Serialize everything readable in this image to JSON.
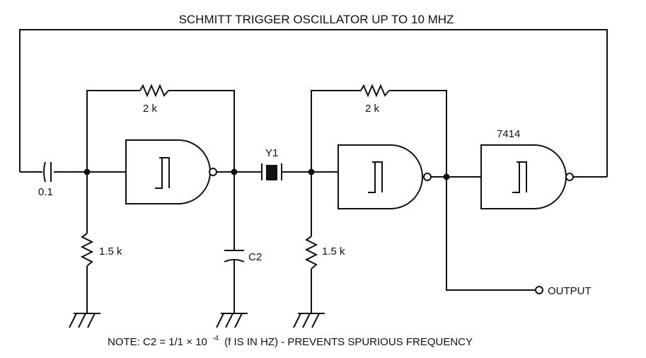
{
  "title": "SCHMITT TRIGGER OSCILLATOR UP TO 10 MHZ",
  "labels": {
    "cap_input": "0.1",
    "res_feedback_1": "2 k",
    "res_feedback_2": "2 k",
    "res_ground_1": "1.5 k",
    "res_ground_2": "1.5 k",
    "cap_c2": "C2",
    "crystal": "Y1",
    "ic": "7414",
    "output": "OUTPUT"
  },
  "note": {
    "prefix": "NOTE: C2 = 1/1 × 10",
    "exponent": "-4",
    "suffix": "(f IS IN HZ) - PREVENTS SPURIOUS FREQUENCY"
  }
}
